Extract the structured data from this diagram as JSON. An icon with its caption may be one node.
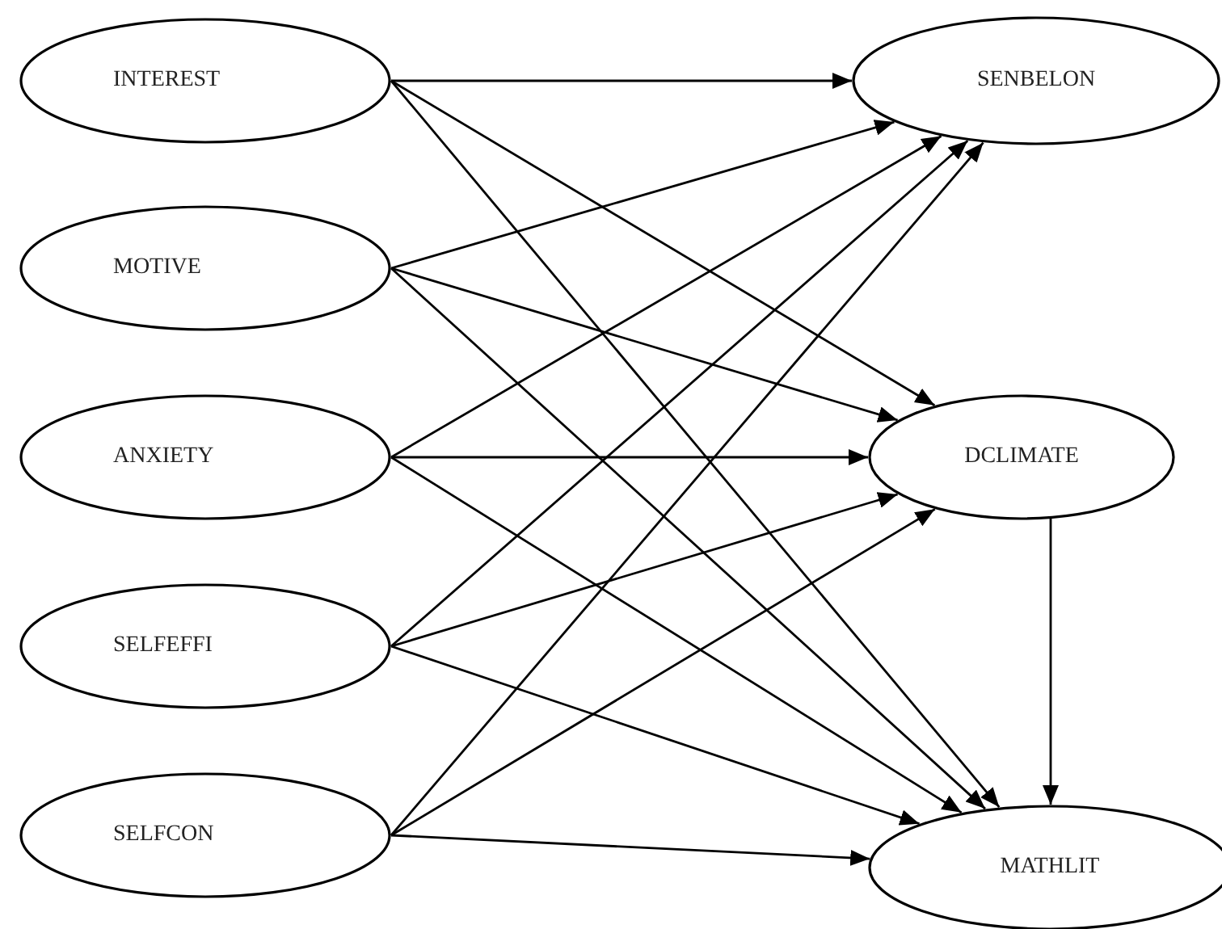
{
  "diagram": {
    "nodes": [
      {
        "text": [
          "INTEREST"
        ]
      },
      {
        "text": [
          "MOTIVE"
        ]
      },
      {
        "text": [
          "ANXIETY"
        ]
      },
      {
        "text": [
          "SELFEFFI"
        ]
      },
      {
        "text": [
          "SELFCON"
        ]
      },
      {
        "text": [
          "SENBELON"
        ]
      },
      {
        "text": [
          "DCLIMATE"
        ]
      },
      {
        "text": [
          "MATHLIT"
        ]
      }
    ],
    "edges": [
      {
        "from": 0,
        "to": 5,
        "arrow": "to"
      },
      {
        "from": 0,
        "to": 6,
        "arrow": "to"
      },
      {
        "from": 0,
        "to": 7,
        "arrow": "to"
      },
      {
        "from": 1,
        "to": 5,
        "arrow": "to"
      },
      {
        "from": 1,
        "to": 6,
        "arrow": "to"
      },
      {
        "from": 1,
        "to": 7,
        "arrow": "to"
      },
      {
        "from": 2,
        "to": 5,
        "arrow": "to"
      },
      {
        "from": 2,
        "to": 6,
        "arrow": "to"
      },
      {
        "from": 2,
        "to": 7,
        "arrow": "to"
      },
      {
        "from": 3,
        "to": 5,
        "arrow": "to"
      },
      {
        "from": 3,
        "to": 6,
        "arrow": "to"
      },
      {
        "from": 3,
        "to": 7,
        "arrow": "to"
      },
      {
        "from": 4,
        "to": 5,
        "arrow": "to"
      },
      {
        "from": 4,
        "to": 6,
        "arrow": "to"
      },
      {
        "from": 4,
        "to": 7,
        "arrow": "to"
      },
      {
        "from": 6,
        "to": 7,
        "arrow": "to"
      }
    ]
  }
}
